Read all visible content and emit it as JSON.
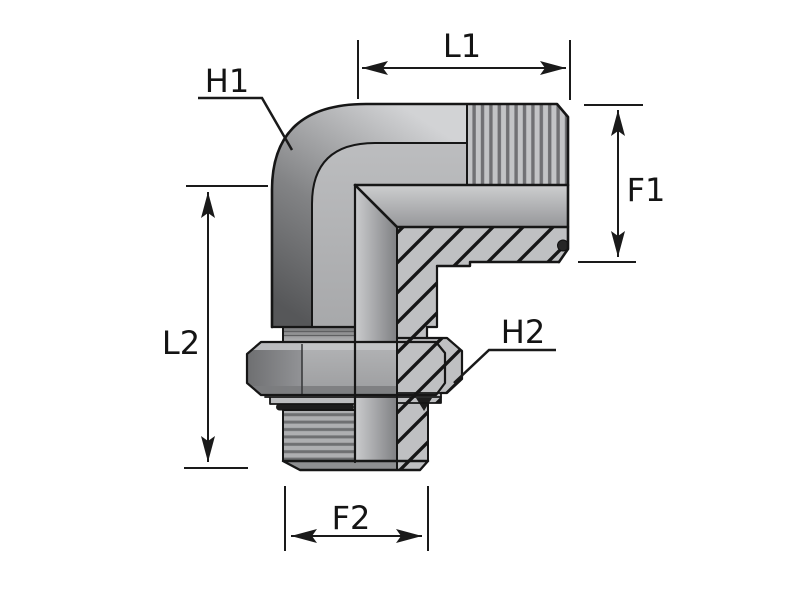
{
  "figure": {
    "dimension_labels": {
      "l1": "L1",
      "f1": "F1",
      "l2": "L2",
      "f2": "F2"
    },
    "callout_labels": {
      "h1": "H1",
      "h2": "H2"
    },
    "colors": {
      "background": "#ffffff",
      "line": "#1a1a1a",
      "label_text": "#141414",
      "body_light": "#c8c9cb",
      "body_mid": "#b2b3b5",
      "body_dark": "#6f7072",
      "section_bg": "#bfc0c2",
      "seal_dark": "#1d1d1d"
    }
  }
}
